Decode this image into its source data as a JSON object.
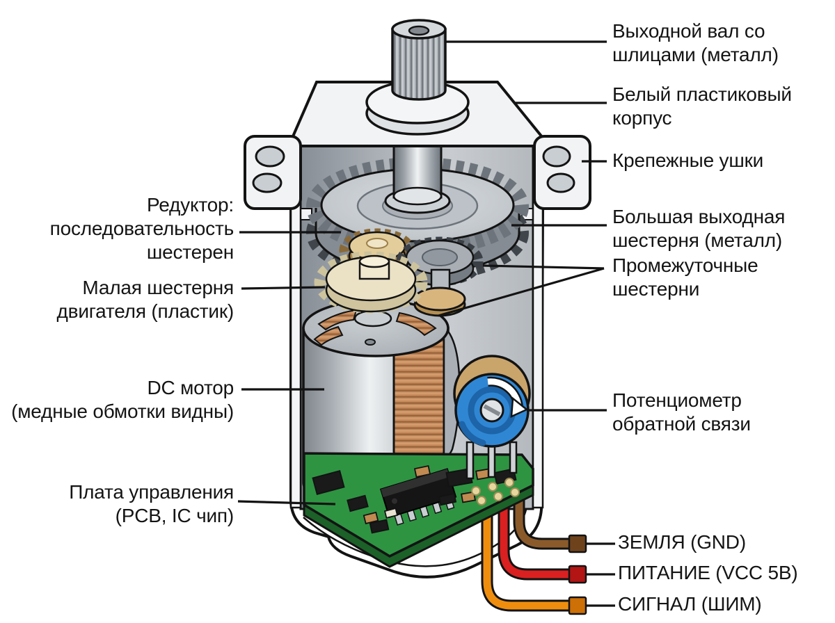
{
  "labels": {
    "shaft": {
      "line1": "Выходной вал со",
      "line2": "шлицами (металл)"
    },
    "case": {
      "line1": "Белый пластиковый",
      "line2": "корпус"
    },
    "ears": {
      "line1": "Крепежные ушки"
    },
    "big_gear": {
      "line1": "Большая выходная",
      "line2": "шестерня (металл)"
    },
    "idler_gears": {
      "line1": "Промежуточные",
      "line2": "шестерни"
    },
    "potentiometer": {
      "line1": "Потенциометр",
      "line2": "обратной связи"
    },
    "gearbox": {
      "line1": "Редуктор:",
      "line2": "последовательность",
      "line3": "шестерен"
    },
    "pinion": {
      "line1": "Малая шестерня",
      "line2": "двигателя (пластик)"
    },
    "motor": {
      "line1": "DC мотор",
      "line2": "(медные обмотки видны)"
    },
    "pcb": {
      "line1": "Плата управления",
      "line2": "(PCB, IC чип)"
    },
    "wire_gnd": {
      "line1": "ЗЕМЛЯ (GND)"
    },
    "wire_vcc": {
      "line1": "ПИТАНИЕ (VCC 5В)"
    },
    "wire_signal": {
      "line1": "СИГНАЛ (ШИМ)"
    }
  },
  "colors": {
    "wire_gnd": "#8a5a2b",
    "wire_vcc": "#da2020",
    "wire_signal": "#ef8e0e",
    "potentiometer_blue": "#2f87d4",
    "pcb_green": "#2e9442",
    "copper_winding": "#c08455",
    "gear_tan": "#d9b57e",
    "gear_cream": "#ebe2c6",
    "outline": "#131313"
  }
}
